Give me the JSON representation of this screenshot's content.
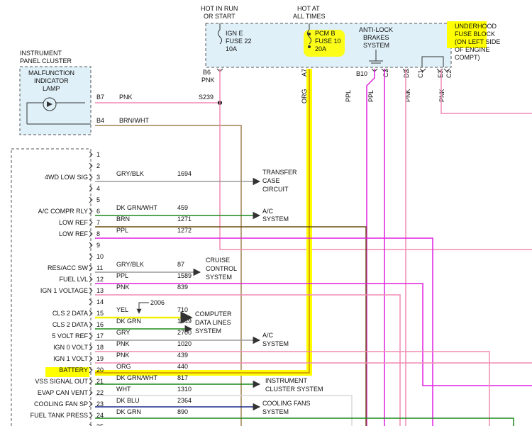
{
  "top_labels": {
    "hot_run_start": [
      "HOT IN RUN",
      "OR START"
    ],
    "hot_all_times": [
      "HOT AT",
      "ALL TIMES"
    ],
    "abs": [
      "ANTI-LOCK",
      "BRAKES",
      "SYSTEM"
    ],
    "underhood": [
      "UNDERHOOD",
      "FUSE BLOCK",
      "(ON LEFT SIDE",
      "OF ENGINE",
      "COMPT)"
    ]
  },
  "fuses": [
    {
      "lines": [
        "IGN E",
        "FUSE 22",
        "10A"
      ]
    },
    {
      "lines": [
        "PCM B",
        "FUSE 10",
        "20A"
      ]
    }
  ],
  "fuse_block_pins": [
    {
      "pin": "B6",
      "color": "PNK"
    },
    {
      "pin": "A7",
      "color": "ORG"
    },
    {
      "pin": "B10",
      "color": "PPL"
    },
    {
      "pin": "C2",
      "color": "PPL"
    },
    {
      "pin": "D2",
      "color": "PNK"
    },
    {
      "pin": "C1",
      "color": ""
    },
    {
      "pin": "E3",
      "color": "PNK"
    },
    {
      "pin": "C2",
      "color": ""
    }
  ],
  "instrument_cluster": {
    "title": [
      "INSTRUMENT",
      "PANEL CLUSTER"
    ],
    "lamp": [
      "MALFUNCTION",
      "INDICATOR",
      "LAMP"
    ],
    "pin_b7": "B7",
    "pin_b4": "B4",
    "wire_b7": "PNK",
    "wire_b4": "BRN/WHT",
    "splice": "S239"
  },
  "connector_pins": [
    {
      "pin": "1",
      "label": "",
      "wire": "",
      "circuit": ""
    },
    {
      "pin": "2",
      "label": "",
      "wire": "",
      "circuit": ""
    },
    {
      "pin": "3",
      "label": "4WD LOW SIG",
      "wire": "GRY/BLK",
      "circuit": "1694"
    },
    {
      "pin": "4",
      "label": "",
      "wire": "",
      "circuit": ""
    },
    {
      "pin": "5",
      "label": "",
      "wire": "",
      "circuit": ""
    },
    {
      "pin": "6",
      "label": "A/C COMPR RLY",
      "wire": "DK GRN/WHT",
      "circuit": "459"
    },
    {
      "pin": "7",
      "label": "LOW REF",
      "wire": "BRN",
      "circuit": "1271"
    },
    {
      "pin": "8",
      "label": "LOW REF",
      "wire": "PPL",
      "circuit": "1272"
    },
    {
      "pin": "9",
      "label": "",
      "wire": "",
      "circuit": ""
    },
    {
      "pin": "10",
      "label": "",
      "wire": "",
      "circuit": ""
    },
    {
      "pin": "11",
      "label": "RES/ACC SW",
      "wire": "GRY/BLK",
      "circuit": "87"
    },
    {
      "pin": "12",
      "label": "FUEL LVL",
      "wire": "PPL",
      "circuit": "1589"
    },
    {
      "pin": "13",
      "label": "IGN 1 VOLTAGE",
      "wire": "PNK",
      "circuit": "839"
    },
    {
      "pin": "14",
      "label": "",
      "wire": "",
      "circuit": ""
    },
    {
      "pin": "15",
      "label": "CLS 2 DATA",
      "wire": "YEL",
      "circuit": "710"
    },
    {
      "pin": "16",
      "label": "CLS 2 DATA",
      "wire": "DK GRN",
      "circuit": "1049"
    },
    {
      "pin": "17",
      "label": "5 VOLT REF",
      "wire": "GRY",
      "circuit": "2700"
    },
    {
      "pin": "18",
      "label": "IGN 0 VOLT",
      "wire": "PNK",
      "circuit": "1020"
    },
    {
      "pin": "19",
      "label": "IGN 1 VOLT",
      "wire": "PNK",
      "circuit": "439"
    },
    {
      "pin": "20",
      "label": "BATTERY",
      "wire": "ORG",
      "circuit": "440"
    },
    {
      "pin": "21",
      "label": "VSS SIGNAL OUT",
      "wire": "DK GRN/WHT",
      "circuit": "817"
    },
    {
      "pin": "22",
      "label": "EVAP CAN VENT",
      "wire": "WHT",
      "circuit": "1310"
    },
    {
      "pin": "23",
      "label": "COOLING FAN SP",
      "wire": "DK BLU",
      "circuit": "2364"
    },
    {
      "pin": "24",
      "label": "FUEL TANK PRESS",
      "wire": "DK GRN",
      "circuit": "890"
    },
    {
      "pin": "25",
      "label": "",
      "wire": "",
      "circuit": ""
    }
  ],
  "destinations": {
    "transfer_case": [
      "TRANSFER",
      "CASE",
      "CIRCUIT"
    ],
    "ac_1": [
      "A/C",
      "SYSTEM"
    ],
    "cruise": [
      "CRUISE",
      "CONTROL",
      "SYSTEM"
    ],
    "computer_data": [
      "COMPUTER",
      "DATA LINES",
      "SYSTEM"
    ],
    "ac_2": [
      "A/C",
      "SYSTEM"
    ],
    "cluster": [
      "INSTRUMENT",
      "CLUSTER SYSTEM"
    ],
    "cooling": [
      "COOLING FANS",
      "SYSTEM"
    ]
  },
  "annotation_2006": "2006",
  "colors": {
    "pink": "#f08cb4",
    "purple": "#e020e0",
    "brown": "#6b4c12",
    "tan": "#a08050",
    "gray": "#9a9a9a",
    "green": "#1a8a1a",
    "darkblue": "#1a2a8a",
    "yellow": "#f2f200",
    "orange_core": "#d08a00",
    "highlight": "#ffff00",
    "box_fill": "#dff0f8"
  }
}
